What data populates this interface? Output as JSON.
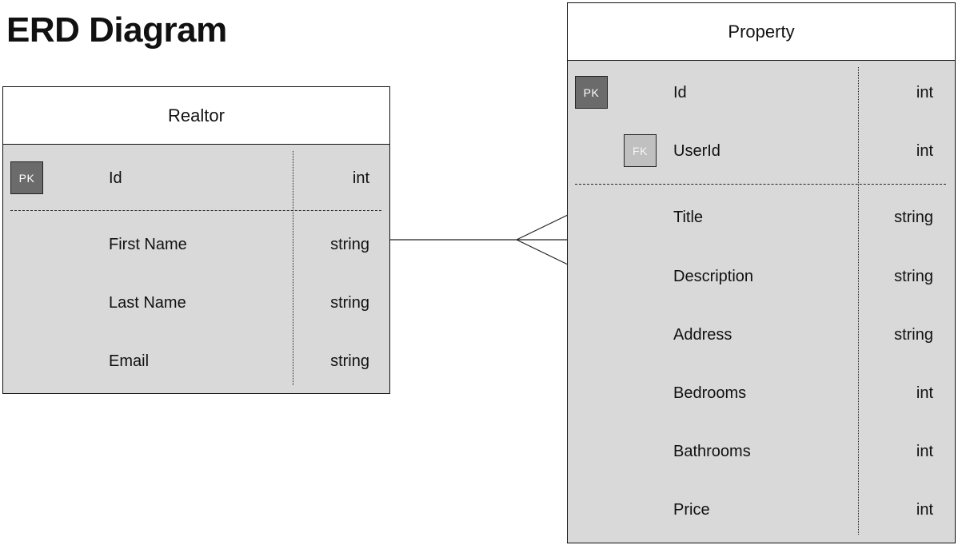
{
  "title": "ERD Diagram",
  "entities": {
    "realtor": {
      "name": "Realtor",
      "fields": [
        {
          "name": "Id",
          "type": "int",
          "key": "PK"
        },
        {
          "name": "First Name",
          "type": "string"
        },
        {
          "name": "Last Name",
          "type": "string"
        },
        {
          "name": "Email",
          "type": "string"
        }
      ]
    },
    "property": {
      "name": "Property",
      "fields": [
        {
          "name": "Id",
          "type": "int",
          "key": "PK"
        },
        {
          "name": "UserId",
          "type": "int",
          "key": "FK"
        },
        {
          "name": "Title",
          "type": "string"
        },
        {
          "name": "Description",
          "type": "string"
        },
        {
          "name": "Address",
          "type": "string"
        },
        {
          "name": "Bedrooms",
          "type": "int"
        },
        {
          "name": "Bathrooms",
          "type": "int"
        },
        {
          "name": "Price",
          "type": "int"
        }
      ]
    }
  },
  "relationship": {
    "from": "Realtor",
    "to": "Property",
    "cardinality": "one-to-many"
  }
}
